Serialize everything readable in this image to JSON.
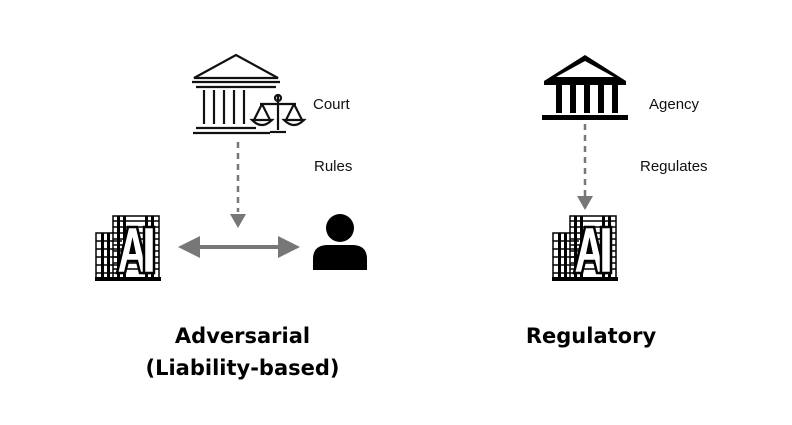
{
  "left_panel": {
    "court_label": "Court",
    "rules_label": "Rules",
    "title_line1": "Adversarial",
    "title_line2": "(Liability-based)"
  },
  "right_panel": {
    "agency_label": "Agency",
    "regulates_label": "Regulates",
    "title": "Regulatory"
  },
  "icons": [
    "courthouse-with-scales-icon",
    "ai-building-icon",
    "person-icon",
    "government-building-icon"
  ],
  "colors": {
    "arrow": "#777777",
    "icon": "#000000"
  }
}
